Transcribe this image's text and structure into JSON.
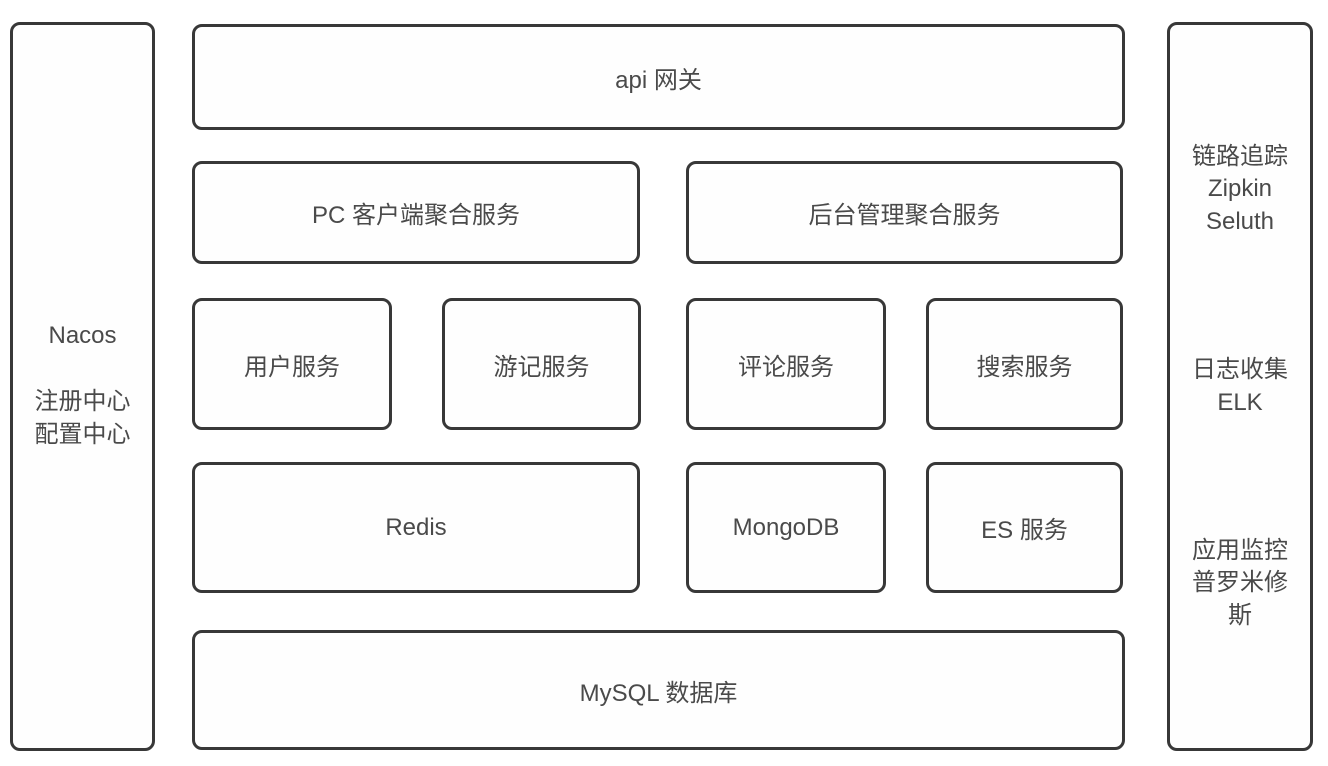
{
  "left_panel": {
    "title": "Nacos",
    "body": "注册中心\n配置中心"
  },
  "gateway": {
    "label": "api 网关"
  },
  "aggregation_row": [
    {
      "label": "PC 客户端聚合服务"
    },
    {
      "label": "后台管理聚合服务"
    }
  ],
  "service_row": [
    {
      "label": "用户服务"
    },
    {
      "label": "游记服务"
    },
    {
      "label": "评论服务"
    },
    {
      "label": "搜索服务"
    }
  ],
  "storage_row": [
    {
      "label": "Redis"
    },
    {
      "label": "MongoDB"
    },
    {
      "label": "ES 服务"
    }
  ],
  "database": {
    "label": "MySQL 数据库"
  },
  "right_panel": {
    "groups": [
      {
        "text": "链路追踪\nZipkin\nSeluth"
      },
      {
        "text": "日志收集\nELK"
      },
      {
        "text": "应用监控\n普罗米修\n斯"
      }
    ]
  },
  "colors": {
    "border": "#383838",
    "text": "#4a4a4a",
    "background": "#ffffff"
  }
}
